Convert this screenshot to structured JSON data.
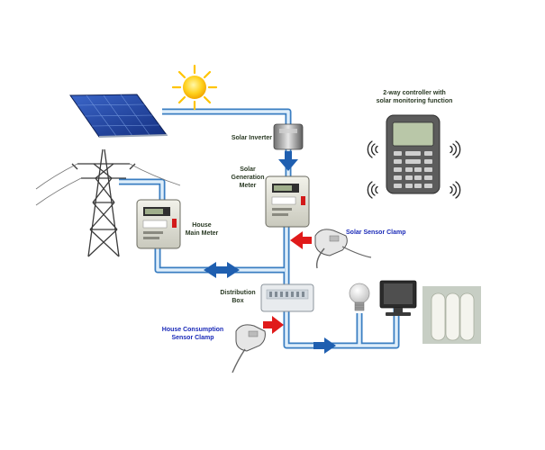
{
  "labels": {
    "controller_line1": "2-way controller with",
    "controller_line2": "solar monitoring function",
    "solar_inverter": "Solar Inverter",
    "solar_gen_meter_line1": "Solar",
    "solar_gen_meter_line2": "Generation",
    "solar_gen_meter_line3": "Meter",
    "house_main_meter_line1": "House",
    "house_main_meter_line2": "Main Meter",
    "solar_sensor_clamp": "Solar Sensor Clamp",
    "distribution_box_line1": "Distribution",
    "distribution_box_line2": "Box",
    "house_consumption_line1": "House Consumption",
    "house_consumption_line2": "Sensor Clamp"
  },
  "colors": {
    "pipe_fill": "#dfeefa",
    "pipe_edge": "#3a7ec2",
    "arrow_blue": "#1f5fb0",
    "arrow_red": "#e01a1a",
    "label_dark": "#2a3a24",
    "label_blue": "#1a2ab8",
    "sun": "#ffd21f",
    "solar_panel": "#1d3f9e"
  },
  "icons": {
    "sun": "sun-icon",
    "solar_panel": "solar-panel-icon",
    "pylon": "power-pylon-icon",
    "inverter": "inverter-icon",
    "meter": "electric-meter-icon",
    "clamp": "sensor-clamp-icon",
    "distribution_box": "distribution-box-icon",
    "bulb": "light-bulb-icon",
    "monitor": "computer-monitor-icon",
    "heater": "radiator-heater-icon",
    "controller": "handheld-controller-icon",
    "wireless": "wireless-signal-icon"
  }
}
